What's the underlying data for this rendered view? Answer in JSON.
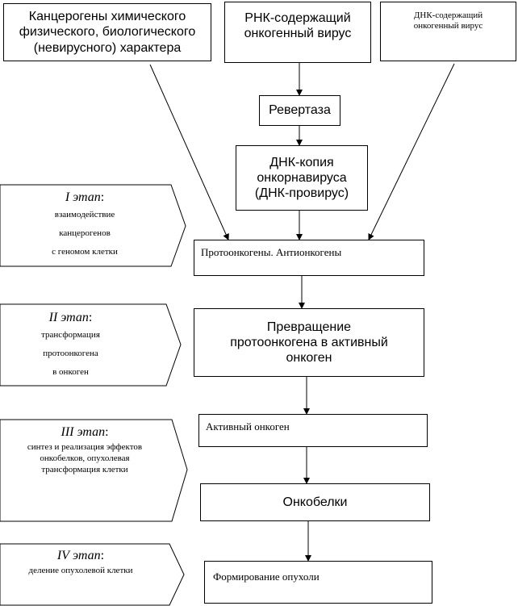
{
  "sources": {
    "carcinogens": [
      "Канцерогены химического",
      "физического, биологического",
      "(невирусного) характера"
    ],
    "rna_virus": [
      "РНК-содержащий",
      "онкогенный вирус"
    ],
    "dna_virus": [
      "ДНК-содержащий",
      "онкогенный вирус"
    ]
  },
  "nodes": {
    "revertase": "Ревертаза",
    "dna_copy": [
      "ДНК-копия",
      "онкорнавируса",
      "(ДНК-провирус)"
    ],
    "protooncogenes": "Протоонкогены. Антионкогены",
    "transformation": [
      "Превращение",
      "протоонкогена в активный",
      "онкоген"
    ],
    "active_oncogene": "Активный онкоген",
    "oncoproteins": "Онкобелки",
    "tumor_formation": "Формирование опухоли"
  },
  "stages": [
    {
      "numeral": "I",
      "word": "этап",
      "punct": ":",
      "lines": [
        "взаимодействие",
        "канцерогенов",
        "с геномом клетки"
      ]
    },
    {
      "numeral": "II",
      "word": "этап",
      "punct": ":",
      "lines": [
        "трансформация",
        "протоонкогена",
        "в онкоген"
      ]
    },
    {
      "numeral": "III",
      "word": "этап",
      "punct": ":",
      "lines": [
        "синтез и реализация эффектов",
        "онкобелков, опухолевая",
        "трансформация клетки"
      ]
    },
    {
      "numeral": "IV",
      "word": "этап",
      "punct": ":",
      "lines": [
        "деление опухолевой клетки"
      ]
    }
  ]
}
